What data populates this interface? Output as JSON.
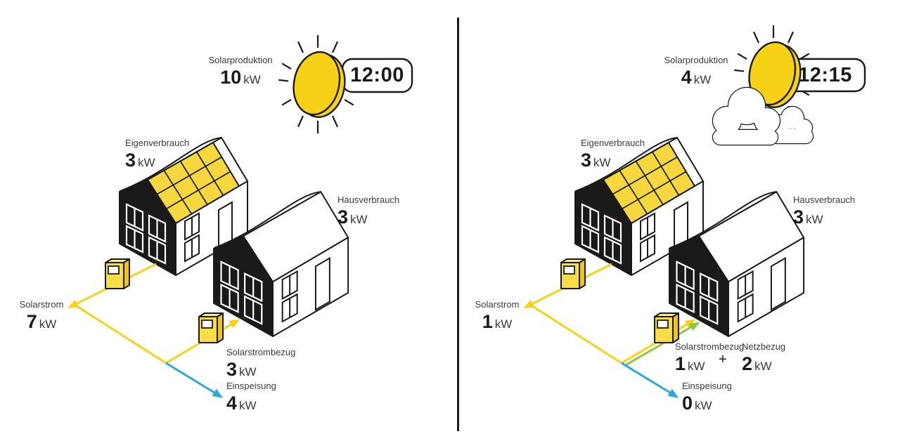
{
  "colors": {
    "solar_yellow": "#F7D117",
    "panel_yellow": "#F6D73E",
    "grid_green": "#8FC73E",
    "feed_blue": "#29A9E0",
    "ink": "#1A1A1A"
  },
  "panels": [
    {
      "time": "12:00",
      "weather": "sunny",
      "solarproduktion": {
        "label": "Solarproduktion",
        "value": "10",
        "unit": "kW"
      },
      "eigenverbrauch": {
        "label": "Eigenverbrauch",
        "value": "3",
        "unit": "kW"
      },
      "hausverbrauch": {
        "label": "Hausverbrauch",
        "value": "3",
        "unit": "kW"
      },
      "solarstrom": {
        "label": "Solarstrom",
        "value": "7",
        "unit": "kW"
      },
      "solarstrombezug": {
        "label": "Solarstrombezug",
        "value": "3",
        "unit": "kW"
      },
      "einspeisung": {
        "label": "Einspeisung",
        "value": "4",
        "unit": "kW"
      }
    },
    {
      "time": "12:15",
      "weather": "partly-cloudy",
      "solarproduktion": {
        "label": "Solarproduktion",
        "value": "4",
        "unit": "kW"
      },
      "eigenverbrauch": {
        "label": "Eigenverbrauch",
        "value": "3",
        "unit": "kW"
      },
      "hausverbrauch": {
        "label": "Hausverbrauch",
        "value": "3",
        "unit": "kW"
      },
      "solarstrom": {
        "label": "Solarstrom",
        "value": "1",
        "unit": "kW"
      },
      "solarstrombezug": {
        "label": "Solarstrombezug",
        "value": "1",
        "unit": "kW"
      },
      "plus": "+",
      "netzbezug": {
        "label": "Netzbezug",
        "value": "2",
        "unit": "kW"
      },
      "einspeisung": {
        "label": "Einspeisung",
        "value": "0",
        "unit": "kW"
      }
    }
  ]
}
